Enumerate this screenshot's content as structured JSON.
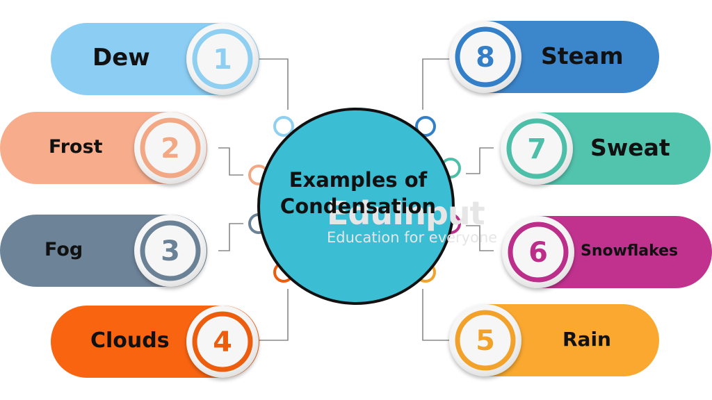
{
  "center": {
    "title_line1": "Examples of",
    "title_line2": "Condensation"
  },
  "watermark": {
    "name": "EduInput",
    "tagline": "Education for everyone"
  },
  "items": [
    {
      "number": "1",
      "label": "Dew",
      "color": "#8bcdf3",
      "ring": "#8fcff2"
    },
    {
      "number": "2",
      "label": "Frost",
      "color": "#f7ad8c",
      "ring": "#f2a885"
    },
    {
      "number": "3",
      "label": "Fog",
      "color": "#6d8398",
      "ring": "#6a8196"
    },
    {
      "number": "4",
      "label": "Clouds",
      "color": "#f96410",
      "ring": "#ec5e0d"
    },
    {
      "number": "8",
      "label": "Steam",
      "color": "#3c86cb",
      "ring": "#3380c8"
    },
    {
      "number": "7",
      "label": "Sweat",
      "color": "#52c3ad",
      "ring": "#4dbfa8"
    },
    {
      "number": "6",
      "label": "Snowflakes",
      "color": "#c0328e",
      "ring": "#bb2e89"
    },
    {
      "number": "5",
      "label": "Rain",
      "color": "#faa82f",
      "ring": "#f2a22b"
    }
  ],
  "colors": {
    "center_fill": "#3bbdd3",
    "center_stroke": "#111111",
    "connector": "#888888"
  }
}
